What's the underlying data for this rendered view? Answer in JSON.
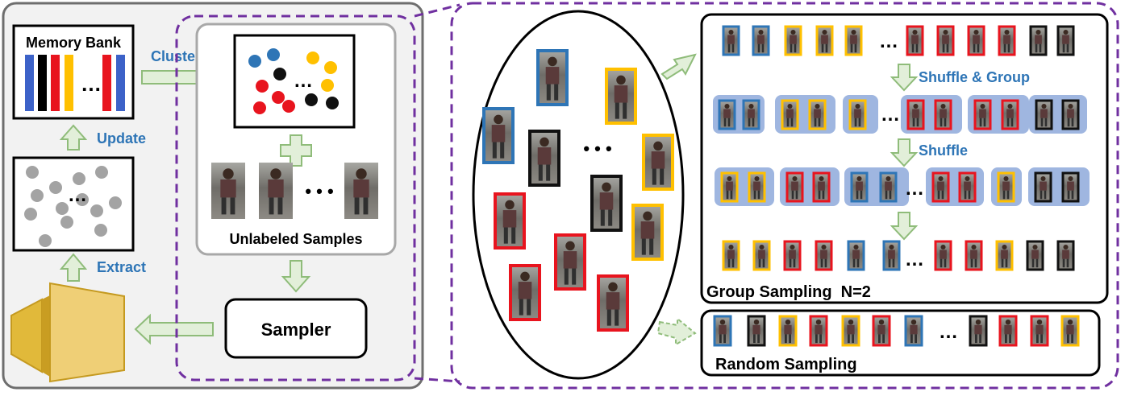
{
  "left_panel": {
    "memory_bank": {
      "title": "Memory Bank",
      "bar_colors": [
        "#3c62c8",
        "#000000",
        "#e8141e",
        "#ffc000",
        "#e8141e",
        "#3c62c8"
      ],
      "ellipsis": "…"
    },
    "features_ellipsis": "…",
    "update_label": "Update",
    "extract_label": "Extract",
    "cluster_label": "Cluster"
  },
  "sampler_panel": {
    "cluster_ellipsis": "…",
    "plus_symbol": "+",
    "unlabeled_ellipsis": "• • •",
    "unlabeled_label": "Unlabeled Samples",
    "sampler_label": "Sampler"
  },
  "pool": {
    "ellipsis": "• • •"
  },
  "group_sampling": {
    "shuffle_group_label": "Shuffle & Group",
    "shuffle_label": "Shuffle",
    "ellipsis": "…",
    "title": "Group Sampling  N=2"
  },
  "random_sampling": {
    "ellipsis": "…",
    "title": "Random Sampling"
  },
  "colors": {
    "blue": "#2e75b6",
    "yellow": "#ffc000",
    "red": "#e8141e",
    "black": "#111111",
    "arrow_fill": "#e2efd9",
    "arrow_stroke": "#8fbc7a",
    "dashed_purple": "#7030a0",
    "group_box": "#8ea9db"
  }
}
